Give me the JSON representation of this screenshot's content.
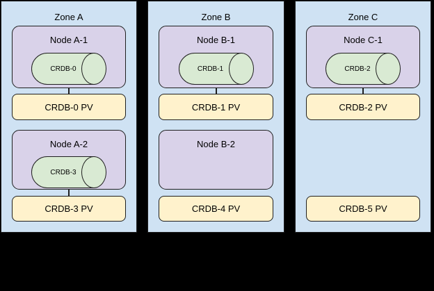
{
  "diagram": {
    "description": "CockroachDB zone / node / persistent-volume topology",
    "colors": {
      "background": "#000000",
      "zone_fill": "#cfe2f3",
      "node_fill": "#d9d2e9",
      "pod_fill": "#d9ead3",
      "pv_fill": "#fff2cc",
      "outline": "#1f1f1f"
    },
    "zones": [
      {
        "title": "Zone A",
        "node1": {
          "title": "Node A-1",
          "pod": "CRDB-0"
        },
        "pv1": "CRDB-0 PV",
        "node2": {
          "title": "Node A-2",
          "pod": "CRDB-3"
        },
        "pv2": "CRDB-3 PV"
      },
      {
        "title": "Zone B",
        "node1": {
          "title": "Node B-1",
          "pod": "CRDB-1"
        },
        "pv1": "CRDB-1 PV",
        "node2": {
          "title": "Node B-2"
        },
        "pv2": "CRDB-4 PV"
      },
      {
        "title": "Zone C",
        "node1": {
          "title": "Node C-1",
          "pod": "CRDB-2"
        },
        "pv1": "CRDB-2 PV",
        "pv2": "CRDB-5 PV"
      }
    ]
  }
}
